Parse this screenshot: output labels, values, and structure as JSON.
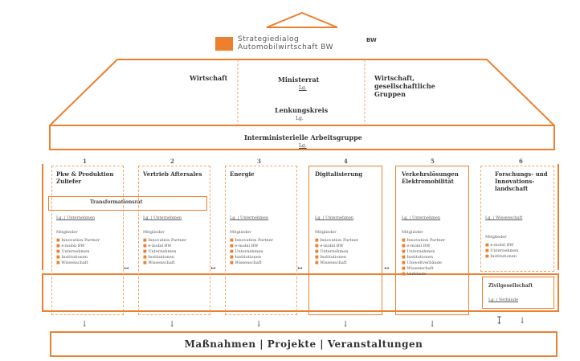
{
  "logo": {
    "line1": "Strategiedialog",
    "line2": "Automobilwirtschaft BW",
    "mark": "BW",
    "accent": "#ee7f2f"
  },
  "roof": {
    "left": "Wirtschaft",
    "center_title": "Ministerrat",
    "center_sub": "Lg.",
    "center_title2": "Lenkungskreis",
    "center_sub2": "Lg.",
    "right": "Wirtschaft, gesellschaftliche Gruppen",
    "bottom": "Interministerielle Arbeitsgruppe",
    "bottom_sub": "Lg."
  },
  "numbers": [
    "1",
    "2",
    "3",
    "4",
    "5",
    "6"
  ],
  "columns": [
    {
      "title": "Pkw & Produktion Zuliefer",
      "lead": "Lg.  |  Unternehmen",
      "members_label": "Mitglieder",
      "members": [
        "Innovation Partner",
        "e-mobil BW",
        "Unternehmen",
        "Institutionen",
        "Wissenschaft"
      ]
    },
    {
      "title": "Vertrieb Aftersales",
      "lead": "Lg.  |  Unternehmen",
      "members_label": "Mitglieder",
      "members": [
        "Innovation Partner",
        "e-mobil BW",
        "Unternehmen",
        "Institutionen",
        "Wissenschaft"
      ]
    },
    {
      "title": "Energie",
      "lead": "Lg.  |  Unternehmen",
      "members_label": "Mitglieder",
      "members": [
        "Innovation Partner",
        "e-mobil BW",
        "Unternehmen",
        "Institutionen",
        "Wissenschaft"
      ]
    },
    {
      "title": "Digitalisierung",
      "lead": "Lg.  |  Unternehmen",
      "members_label": "Mitglieder",
      "members": [
        "Innovation Partner",
        "e-mobil BW",
        "Unternehmen",
        "Institutionen",
        "Wissenschaft"
      ]
    },
    {
      "title": "Verkehrslösungen Elektromobilität",
      "lead": "Lg.  |  Unternehmen",
      "members_label": "Mitglieder",
      "members": [
        "Innovation Partner",
        "e-mobil BW",
        "Unternehmen",
        "Institutionen",
        "Umweltverbände",
        "Wissenschaft",
        "Verbände"
      ]
    },
    {
      "title": "Forschungs- und Innovations- landschaft",
      "lead": "Lg.  |  Wissenschaft",
      "members_label": "Mitglieder",
      "members": [
        "e-mobil BW",
        "Unternehmen",
        "Institutionen"
      ]
    }
  ],
  "transformation": "Transformationsrat",
  "querschnitt": {
    "title": "Zivilgesellschaft",
    "sub": "Lg.  |  Verbände"
  },
  "bottom_bar": "Maßnahmen  |  Projekte  |  Veranstaltungen"
}
